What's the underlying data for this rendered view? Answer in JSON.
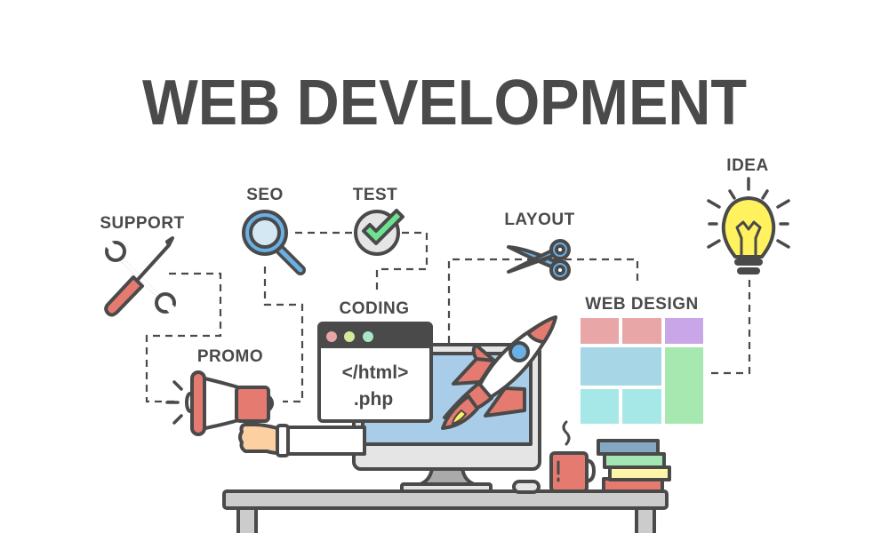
{
  "title": "WEB DEVELOPMENT",
  "labels": {
    "support": "SUPPORT",
    "seo": "SEO",
    "test": "TEST",
    "layout": "LAYOUT",
    "idea": "IDEA",
    "coding": "CODING",
    "web_design": "WEB DESIGN",
    "promo": "PROMO"
  },
  "code_window": {
    "line1": "</html>",
    "line2": ".php"
  },
  "icons": [
    "wrench-icon",
    "screwdriver-icon",
    "magnifier-icon",
    "checkmark-icon",
    "scissors-icon",
    "lightbulb-icon",
    "megaphone-icon",
    "rocket-icon",
    "monitor-icon",
    "mug-icon",
    "books-icon"
  ],
  "colors": {
    "ink": "#4a4a4a",
    "red": "#e57b70",
    "blue": "#6ab0e4",
    "screen": "#a9cde8",
    "green": "#6de38f",
    "yellow": "#fff25e",
    "pink": "#e8a6a6",
    "purple": "#c9a6e8",
    "grid_blue": "#a7d6e6",
    "grid_cyan": "#a6e8e8",
    "grid_green": "#a6e8b0"
  }
}
